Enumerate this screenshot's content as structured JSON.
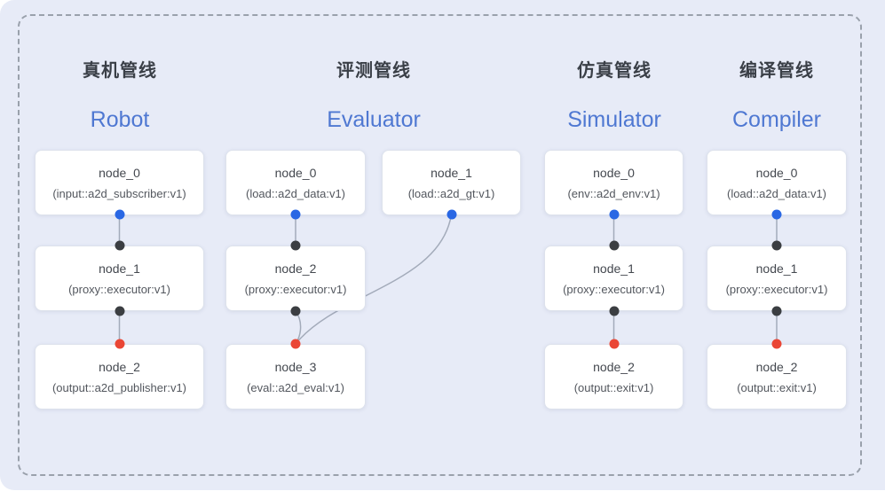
{
  "diagram": {
    "frame": "dashed rounded container on light periwinkle panel",
    "colors": {
      "panel_bg": "#e7ebf7",
      "dashed_border": "#9aa1ac",
      "title_zh": "#3a3f47",
      "title_en": "#4f78d2",
      "edge": "#a3abba",
      "port_blue": "#2967e4",
      "port_black": "#3b3e42",
      "port_red": "#ea4635"
    },
    "pipelines": [
      {
        "id": "robot",
        "title_zh": "真机管线",
        "title_en": "Robot",
        "nodes": [
          {
            "name": "node_0",
            "type": "(input::a2d_subscriber:v1)",
            "ports": {
              "bottom": "blue"
            }
          },
          {
            "name": "node_1",
            "type": "(proxy::executor:v1)",
            "ports": {
              "top": "black",
              "bottom": "black"
            }
          },
          {
            "name": "node_2",
            "type": "(output::a2d_publisher:v1)",
            "ports": {
              "top": "red"
            }
          }
        ],
        "edges": [
          {
            "from": "node_0",
            "to": "node_1"
          },
          {
            "from": "node_1",
            "to": "node_2"
          }
        ]
      },
      {
        "id": "evaluator",
        "title_zh": "评测管线",
        "title_en": "Evaluator",
        "nodes": [
          {
            "name": "node_0",
            "type": "(load::a2d_data:v1)",
            "ports": {
              "bottom": "blue"
            }
          },
          {
            "name": "node_1",
            "type": "(load::a2d_gt:v1)",
            "ports": {
              "bottom": "blue"
            }
          },
          {
            "name": "node_2",
            "type": "(proxy::executor:v1)",
            "ports": {
              "top": "black",
              "bottom": "black"
            }
          },
          {
            "name": "node_3",
            "type": "(eval::a2d_eval:v1)",
            "ports": {
              "top": "red"
            }
          }
        ],
        "edges": [
          {
            "from": "node_0",
            "to": "node_2"
          },
          {
            "from": "node_1",
            "to": "node_3"
          },
          {
            "from": "node_2",
            "to": "node_3"
          }
        ]
      },
      {
        "id": "simulator",
        "title_zh": "仿真管线",
        "title_en": "Simulator",
        "nodes": [
          {
            "name": "node_0",
            "type": "(env::a2d_env:v1)",
            "ports": {
              "bottom": "blue"
            }
          },
          {
            "name": "node_1",
            "type": "(proxy::executor:v1)",
            "ports": {
              "top": "black",
              "bottom": "black"
            }
          },
          {
            "name": "node_2",
            "type": "(output::exit:v1)",
            "ports": {
              "top": "red"
            }
          }
        ],
        "edges": [
          {
            "from": "node_0",
            "to": "node_1"
          },
          {
            "from": "node_1",
            "to": "node_2"
          }
        ]
      },
      {
        "id": "compiler",
        "title_zh": "编译管线",
        "title_en": "Compiler",
        "nodes": [
          {
            "name": "node_0",
            "type": "(load::a2d_data:v1)",
            "ports": {
              "bottom": "blue"
            }
          },
          {
            "name": "node_1",
            "type": "(proxy::executor:v1)",
            "ports": {
              "top": "black",
              "bottom": "black"
            }
          },
          {
            "name": "node_2",
            "type": "(output::exit:v1)",
            "ports": {
              "top": "red"
            }
          }
        ],
        "edges": [
          {
            "from": "node_0",
            "to": "node_1"
          },
          {
            "from": "node_1",
            "to": "node_2"
          }
        ]
      }
    ]
  }
}
